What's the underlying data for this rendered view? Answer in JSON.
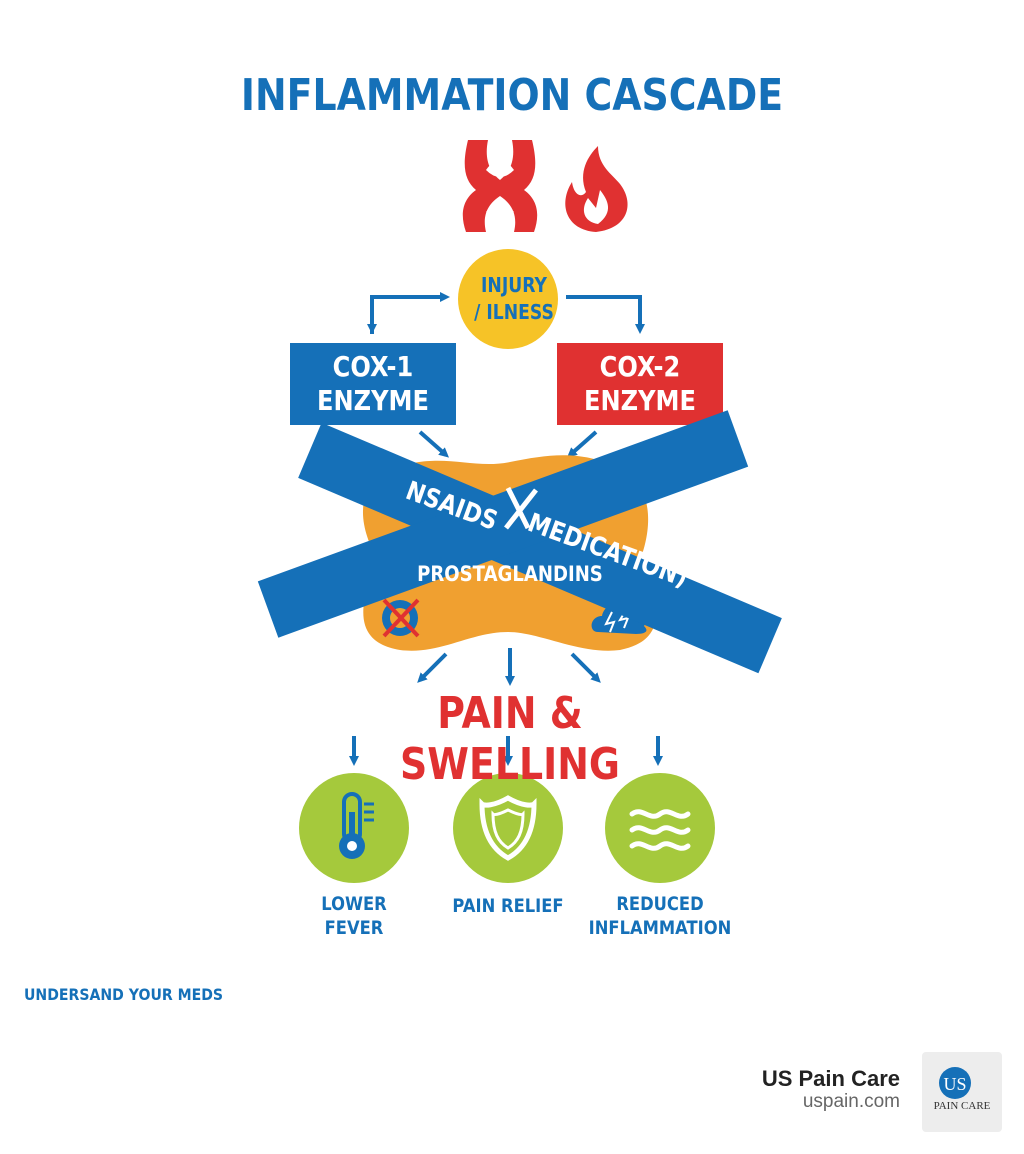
{
  "title": "INFLAMMATION CASCADE",
  "trigger": {
    "line1": "INJURY",
    "line2": "/ ILNESS"
  },
  "cox1": {
    "line1": "COX-1",
    "line2": "ENZYME"
  },
  "cox2": {
    "line1": "COX-2",
    "line2": "ENZYME"
  },
  "blocker": {
    "label": "NSAIDS",
    "label2": "MEDICATION)"
  },
  "center": {
    "label": "PROSTAGLANDINS"
  },
  "effect": {
    "label": "PAIN & SWELLING"
  },
  "outcomes": [
    {
      "line1": "LOWER",
      "line2": "FEVER",
      "icon": "thermometer-icon"
    },
    {
      "line1": "PAIN RELIEF",
      "line2": "",
      "icon": "shield-icon"
    },
    {
      "line1": "REDUCED",
      "line2": "INFLAMMATION",
      "icon": "waves-icon"
    }
  ],
  "footer": {
    "tagline": "UNDERSAND YOUR MEDS",
    "brand_name": "US Pain Care",
    "brand_url": "uspain.com",
    "logo_text": "US",
    "logo_caption": "PAIN CARE"
  },
  "colors": {
    "blue": "#1570b8",
    "red": "#e03131",
    "orange": "#f0a030",
    "yellow": "#f6c327",
    "green": "#a5c93c"
  }
}
